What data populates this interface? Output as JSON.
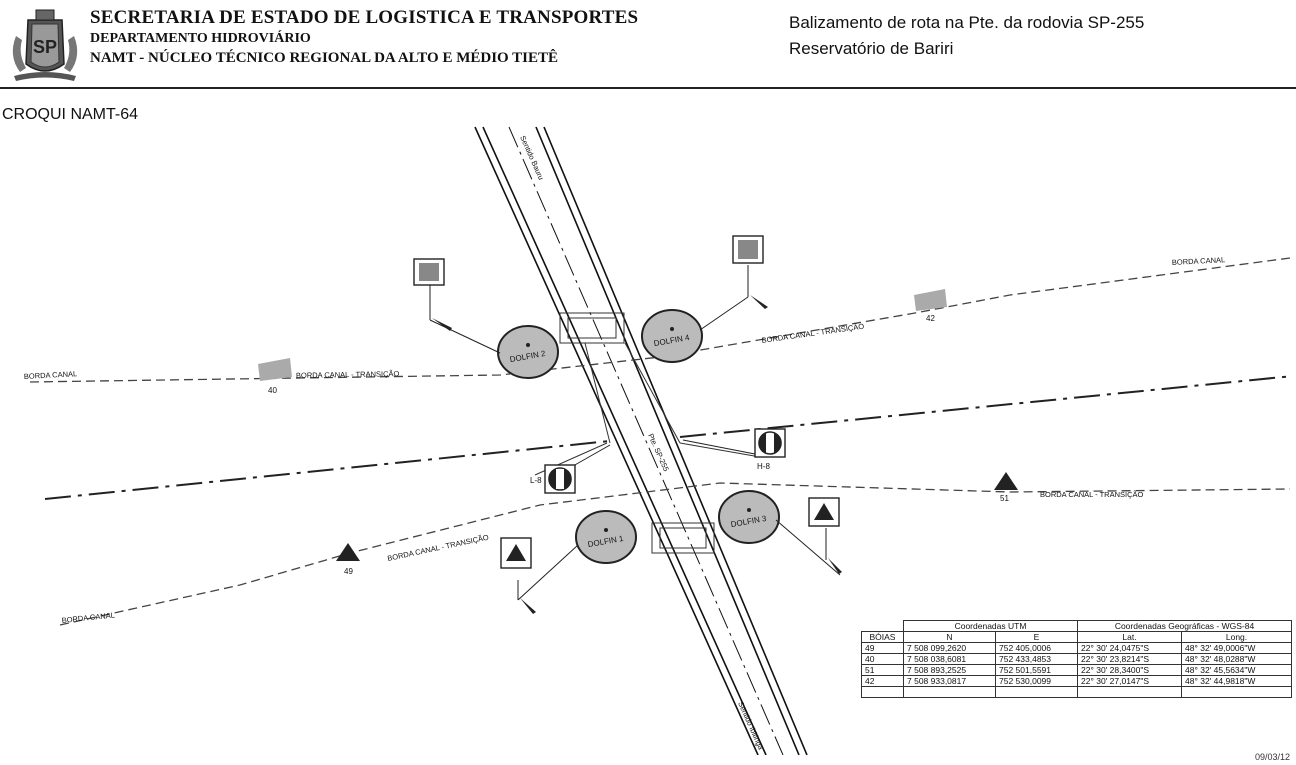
{
  "header": {
    "org_line1": "SECRETARIA DE ESTADO DE LOGISTICA E TRANSPORTES",
    "org_line2": "DEPARTAMENTO HIDROVIÁRIO",
    "org_line3": "NAMT - NÚCLEO TÉCNICO REGIONAL DA ALTO E MÉDIO TIETÊ",
    "subject_line1": "Balizamento de rota na Pte. da rodovia SP-255",
    "subject_line2": "Reservatório de  Bariri",
    "seal_text": "SP"
  },
  "sketch_title": "CROQUI NAMT-64",
  "drawing": {
    "labels": {
      "borda_canal_left": "BORDA CANAL",
      "borda_canal_transicao_1": "BORDA CANAL - TRANSIÇÃO",
      "borda_canal_transicao_2": "BORDA CANAL - TRANSIÇÃO",
      "borda_canal_transicao_3": "BORDA CANAL - TRANSIÇÃO",
      "borda_canal_transicao_4": "BORDA CANAL - TRANSIÇÃO",
      "borda_canal_topright": "BORDA CANAL",
      "borda_canal_bottomleft": "BORDA CANAL",
      "buoy_40": "40",
      "buoy_42": "42",
      "buoy_49": "49",
      "buoy_51": "51",
      "dolfin_1": "DOLFIN 1",
      "dolfin_2": "DOLFIN 2",
      "dolfin_3": "DOLFIN 3",
      "dolfin_4": "DOLFIN 4",
      "marker_l8": "L-8",
      "marker_h8": "H-8",
      "road_label_top": "Sentido Bauru",
      "road_label_mid": "Pte. SP-255",
      "road_label_bottom": "Sentido Ibitinga"
    }
  },
  "table": {
    "group_utm": "Coordenadas UTM",
    "group_geo": "Coordenadas Geográficas - WGS-84",
    "col_boias": "BÓIAS",
    "col_n": "N",
    "col_e": "E",
    "col_lat": "Lat.",
    "col_long": "Long.",
    "rows": [
      {
        "boia": "49",
        "n": "7 508 099,2620",
        "e": "752 405,0006",
        "lat": "22° 30' 24,0475\"S",
        "long": "48° 32' 49,0006\"W"
      },
      {
        "boia": "40",
        "n": "7 508 038,6081",
        "e": "752 433,4853",
        "lat": "22° 30' 23,8214\"S",
        "long": "48° 32' 48,0288\"W"
      },
      {
        "boia": "51",
        "n": "7 508 893,2525",
        "e": "752 501,5591",
        "lat": "22° 30' 28,3400\"S",
        "long": "48° 32' 45,5634\"W"
      },
      {
        "boia": "42",
        "n": "7 508 933,0817",
        "e": "752 530,0099",
        "lat": "22° 30' 27,0147\"S",
        "long": "48° 32' 44,9818\"W"
      },
      {
        "boia": "",
        "n": "",
        "e": "",
        "lat": "",
        "long": ""
      }
    ]
  },
  "date": "09/03/12"
}
